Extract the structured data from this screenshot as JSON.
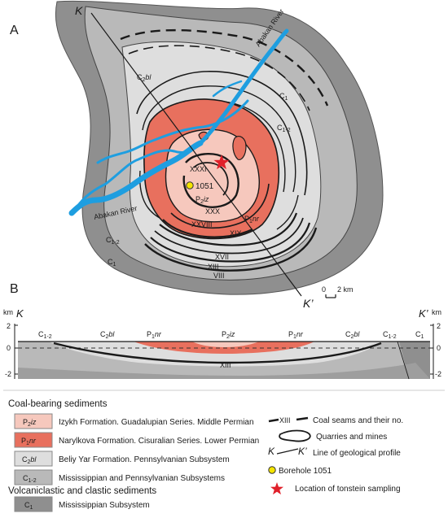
{
  "panels": {
    "a": "A",
    "b": "B"
  },
  "map": {
    "units": [
      {
        "id": "c1",
        "text": "C1",
        "base": "C",
        "sub": "1",
        "color": "#8f8f8f"
      },
      {
        "id": "c12",
        "text": "C1-2",
        "base": "C",
        "sub": "1-2",
        "color": "#b9b9b9"
      },
      {
        "id": "c2bl",
        "text": "C2bl",
        "base": "C",
        "sub": "2",
        "suffix": "bl",
        "color": "#dedede"
      },
      {
        "id": "p1nr",
        "text": "P1nr",
        "base": "P",
        "sub": "1",
        "suffix": "nr",
        "color": "#e8705e"
      },
      {
        "id": "p2iz",
        "text": "P2iz",
        "base": "P",
        "sub": "2",
        "suffix": "iz",
        "color": "#f6c8bd"
      }
    ],
    "seams": [
      "XXXI",
      "XXX",
      "XXVIII",
      "XIX",
      "XVII",
      "XIII",
      "VIII"
    ],
    "borehole": "1051",
    "rivers": [
      "Abakan River",
      "Abakan River"
    ],
    "profile": {
      "start": "K",
      "end": "K’"
    },
    "scale": {
      "zero": "0",
      "value": "2 km"
    },
    "colors": {
      "river": "#1e9ee0",
      "star": "#e0202a",
      "borehole": "#f4e400"
    }
  },
  "section": {
    "axis_unit_left": "km",
    "axis_unit_right": "km",
    "ticks_left": [
      "2",
      "0",
      "-2"
    ],
    "ticks_right": [
      "2",
      "0",
      "-2"
    ],
    "end_left": "K",
    "end_right": "K’",
    "surface_labels": [
      "C1-2",
      "C2bl",
      "P1nr",
      "P2iz",
      "P1nr",
      "C2bl",
      "C1-2",
      "C1"
    ],
    "seam": "XIII"
  },
  "legend": {
    "group1": "Coal-bearing sediments",
    "group2": "Volcaniclastic and clastic  sediments",
    "items": [
      {
        "code": "P2iz",
        "text": "Izykh Formation. Guadalupian Series. Middle Permian",
        "color": "#f6c8bd"
      },
      {
        "code": "P1nr",
        "text": "Narylkova Formation. Cisuralian Series. Lower Permian",
        "color": "#e8705e"
      },
      {
        "code": "C2bl",
        "text": "Beliy Yar Formation. Pennsylvanian Subsystem",
        "color": "#dedede"
      },
      {
        "code": "C1-2",
        "text": "Mississippian and Pennsylvanian Subsystems",
        "color": "#b9b9b9"
      },
      {
        "code": "C1",
        "text": "Mississippian Subsystem",
        "color": "#8f8f8f"
      }
    ],
    "symbols": [
      {
        "code": "XIII",
        "text": "Coal seams and their no."
      },
      {
        "text": "Quarries and mines"
      },
      {
        "text": "Line of geological profile"
      },
      {
        "code": "1051",
        "text": "Borehole 1051"
      },
      {
        "text": "Location of tonstein sampling"
      }
    ]
  }
}
